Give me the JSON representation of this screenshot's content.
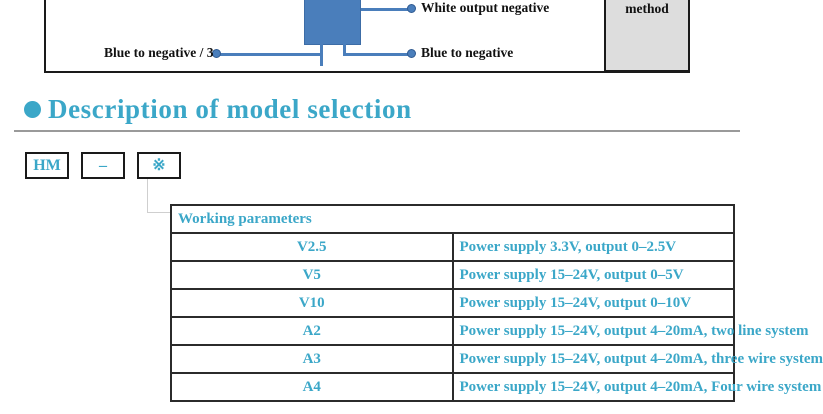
{
  "diagram": {
    "device_label": "",
    "labels": [
      {
        "text": "White output negative"
      },
      {
        "text": "Blue to negative"
      },
      {
        "text": "Blue to negative / 3"
      }
    ],
    "method_cell": "method",
    "wire_color": "#4a7ebb"
  },
  "section": {
    "heading": "Description of model selection",
    "accent_color": "#3ba7c8"
  },
  "model_code": {
    "boxes": [
      {
        "label": "HM"
      },
      {
        "label": "–"
      },
      {
        "label": "※"
      }
    ]
  },
  "table": {
    "header": "Working parameters",
    "rows": [
      {
        "code": "V2.5",
        "desc": "Power supply 3.3V,  output 0–2.5V"
      },
      {
        "code": "V5",
        "desc": "Power supply 15–24V,  output 0–5V"
      },
      {
        "code": "V10",
        "desc": "Power supply 15–24V,  output 0–10V"
      },
      {
        "code": "A2",
        "desc": "Power supply 15–24V,  output 4–20mA, two line system"
      },
      {
        "code": "A3",
        "desc": "Power supply 15–24V,  output 4–20mA, three wire system"
      },
      {
        "code": "A4",
        "desc": "Power supply 15–24V,  output 4–20mA, Four wire system"
      }
    ]
  }
}
